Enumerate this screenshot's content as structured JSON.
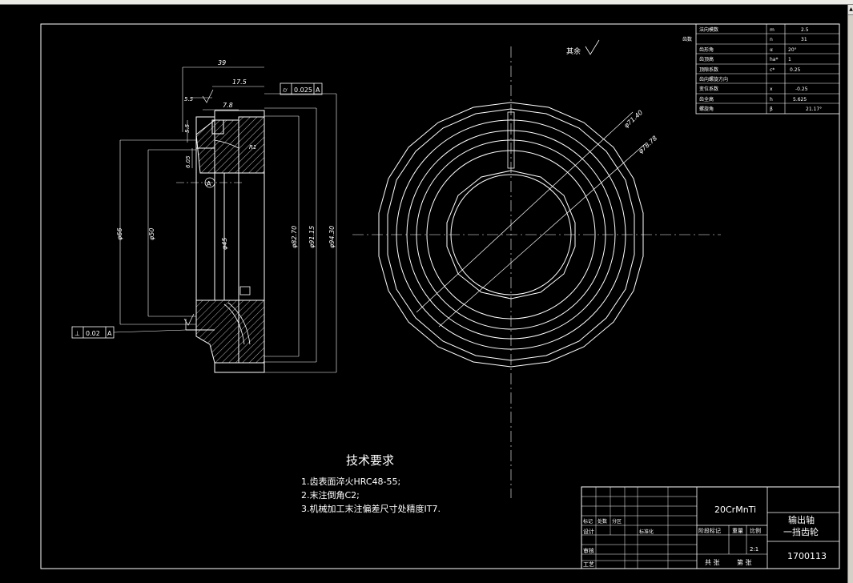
{
  "drawing": {
    "tech_requirements_title": "技术要求",
    "tech_requirements": [
      "1.齿表面淬火HRC48-55;",
      "2.末注倒角C2;",
      "3.机械加工末注偏差尺寸处精度IT7."
    ],
    "surface_note": "其余",
    "datum_label": "A"
  },
  "section_view": {
    "dim_top_width": "39",
    "dim_17_5": "17.5",
    "dim_7_8": "7.8",
    "dim_5_5": "5.5",
    "dim_6_05": "6.05",
    "dim_5_5_left": "5.5",
    "dim_r": "R1",
    "dim_d45": "φ45",
    "dim_d50": "φ50",
    "dim_d66": "φ66",
    "dim_d82_70": "φ82.70",
    "dim_d91_15": "φ91.15",
    "dim_d94_30": "φ94.30",
    "tolerance_top": "0.025",
    "tolerance_bottom": "0.02"
  },
  "front_view": {
    "dim_d71_40": "φ71.40",
    "dim_d78_78": "φ78.78"
  },
  "gear_table": {
    "rows": [
      {
        "label": "法向模数",
        "sym": "m",
        "value": "2.5"
      },
      {
        "label": "齿数",
        "sym": "n",
        "value": "31"
      },
      {
        "label": "齿形角",
        "sym": "α",
        "value": "20°"
      },
      {
        "label": "齿顶高",
        "sym": "ha*",
        "value": "1"
      },
      {
        "label": "顶隙系数",
        "sym": "c*",
        "value": "0.25"
      },
      {
        "label": "齿向螺旋方向",
        "sym": "",
        "value": ""
      },
      {
        "label": "变位系数",
        "sym": "x",
        "value": "-0.25"
      },
      {
        "label": "齿全高",
        "sym": "h",
        "value": "5.625"
      },
      {
        "label": "螺旋角",
        "sym": "β",
        "value": "21.17°"
      }
    ]
  },
  "title_block": {
    "material": "20CrMnTi",
    "part_name_line1": "输出轴",
    "part_name_line2": "一挡齿轮",
    "drawing_number": "1700113",
    "scale": "2:1",
    "design_label": "设计",
    "standard_label": "标准化",
    "check_label": "审核",
    "process_label": "工艺",
    "stage_label": "阶段标记",
    "weight_label": "重量",
    "scale_label": "比例",
    "mark_label": "标记",
    "count_label": "处数",
    "zone_label": "分区",
    "sheets_label": "共 张",
    "sheet_label": "第 张"
  },
  "colors": {
    "background": "#000000",
    "lines": "#ffffff",
    "text": "#ffffff"
  }
}
